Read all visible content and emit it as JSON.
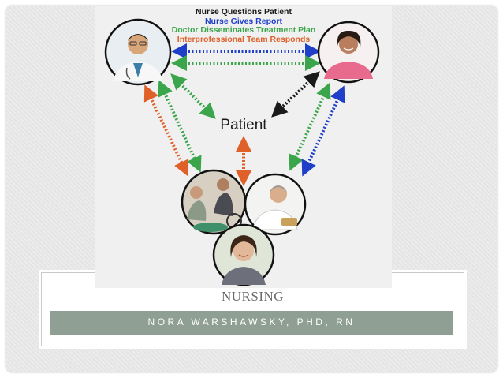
{
  "diagram": {
    "legend": [
      {
        "text": "Nurse Questions Patient",
        "color": "#1a1a1a"
      },
      {
        "text": "Nurse Gives Report",
        "color": "#1f3fc9"
      },
      {
        "text": "Doctor Disseminates Treatment Plan",
        "color": "#3aa54a"
      },
      {
        "text": "Interprofessional Team Responds",
        "color": "#e0602a"
      }
    ],
    "center_label": "Patient",
    "nodes": [
      {
        "id": "doctor",
        "icon": "doctor-photo"
      },
      {
        "id": "nurse",
        "icon": "nurse-photo"
      },
      {
        "id": "therapy-team",
        "icon": "therapy-team-photo"
      },
      {
        "id": "pharmacist",
        "icon": "pharmacist-photo"
      },
      {
        "id": "woman",
        "icon": "woman-photo"
      }
    ],
    "arrow_colors": {
      "black": "#1a1a1a",
      "blue": "#1f3fc9",
      "green": "#3aa54a",
      "orange": "#e0602a"
    }
  },
  "slide": {
    "title": "NURSING",
    "subtitle": "NORA WARSHAWSKY, PHD, RN"
  }
}
